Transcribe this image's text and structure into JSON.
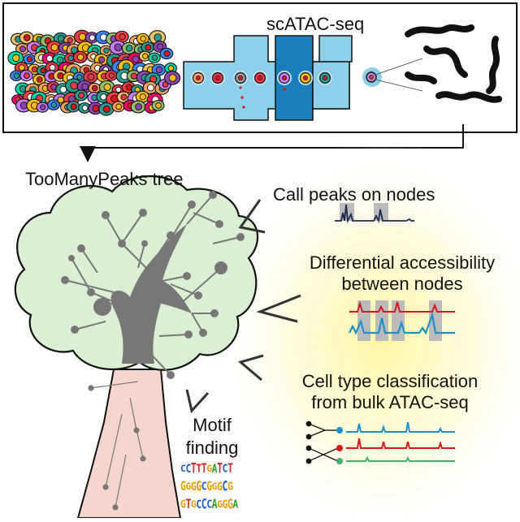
{
  "top_title": "scATAC-seq",
  "tree_title": "TooManyPeaks tree",
  "call_peaks": "Call peaks on nodes",
  "diff_line1": "Differential accessibility",
  "diff_line2": "between nodes",
  "celltype_line1": "Cell type classification",
  "celltype_line2": "from bulk ATAC-seq",
  "motif_line1": "Motif",
  "motif_line2": "finding",
  "motif_logos": [
    "CCTTTGATCT",
    "GGGGCGGGCG",
    "GTGCCCAGGGA"
  ],
  "colors": {
    "tree_fill": "#dbefd3",
    "trunk_fill": "#f6d6cc",
    "glow": "#fff5b0",
    "chip_light": "#8ed0ea",
    "chip_dark": "#1a7fbd",
    "track_red": "#d7191c",
    "track_blue": "#1f8fc9",
    "track_green": "#3cb371",
    "track_navy": "#1b2a52"
  }
}
